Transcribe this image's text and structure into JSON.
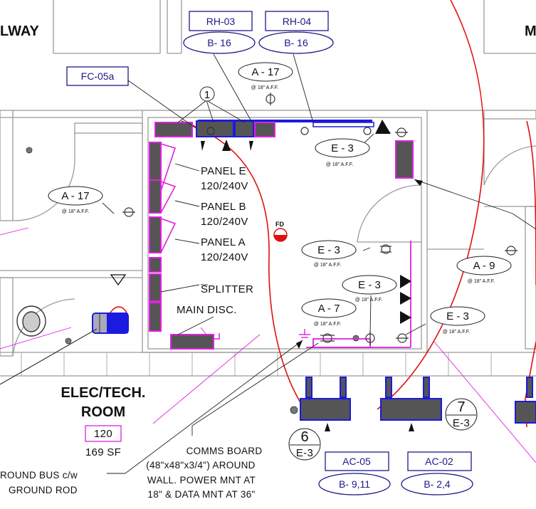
{
  "rooms": {
    "hallway_left": "LWAY",
    "hallway_right": "M",
    "room_name_line1": "ELEC/TECH.",
    "room_name_line2": "ROOM",
    "room_number": "120",
    "room_area": "169 SF"
  },
  "tags": {
    "rh03": "RH-03",
    "rh04": "RH-04",
    "b16_a": "B- 16",
    "b16_b": "B- 16",
    "fc05a": "FC-05a",
    "ac05": "AC-05",
    "ac02": "AC-02",
    "b911": "B- 9,11",
    "b24": "B- 2,4"
  },
  "circuits": {
    "a17_top": "A - 17",
    "a17_left": "A - 17",
    "e3_top": "E - 3",
    "e3_mid": "E - 3",
    "e3_right_small": "E - 3",
    "e3_far_right": "E - 3",
    "a7": "A - 7",
    "a9": "A - 9",
    "aff_text": "@ 18\" A.F.F."
  },
  "equipment": {
    "panel_e_line1": "PANEL E",
    "panel_e_line2": "120/240V",
    "panel_b_line1": "PANEL B",
    "panel_b_line2": "120/240V",
    "panel_a_line1": "PANEL A",
    "panel_a_line2": "120/240V",
    "splitter": "SPLITTER",
    "main_disc": "MAIN DISC.",
    "fire_damper": "FD"
  },
  "keynotes": {
    "note_1": "1",
    "detail_6_num": "6",
    "detail_6_sheet": "E-3",
    "detail_7_num": "7",
    "detail_7_sheet": "E-3"
  },
  "notes": {
    "comms_line1": "COMMS BOARD",
    "comms_line2": "(48\"x48\"x3/4\") AROUND",
    "comms_line3": "WALL.  POWER MNT AT",
    "comms_line4": "18\" & DATA MNT AT 36\"",
    "ground_line1": "ROUND BUS c/w",
    "ground_line2": "GROUND ROD"
  },
  "colors": {
    "wall": "#9a9a9a",
    "equipment_fill": "#555555",
    "highlight_magenta": "#e020e0",
    "highlight_blue": "#1a1ae0",
    "red_line": "#e01010",
    "tag_text": "#1a1a8a"
  }
}
